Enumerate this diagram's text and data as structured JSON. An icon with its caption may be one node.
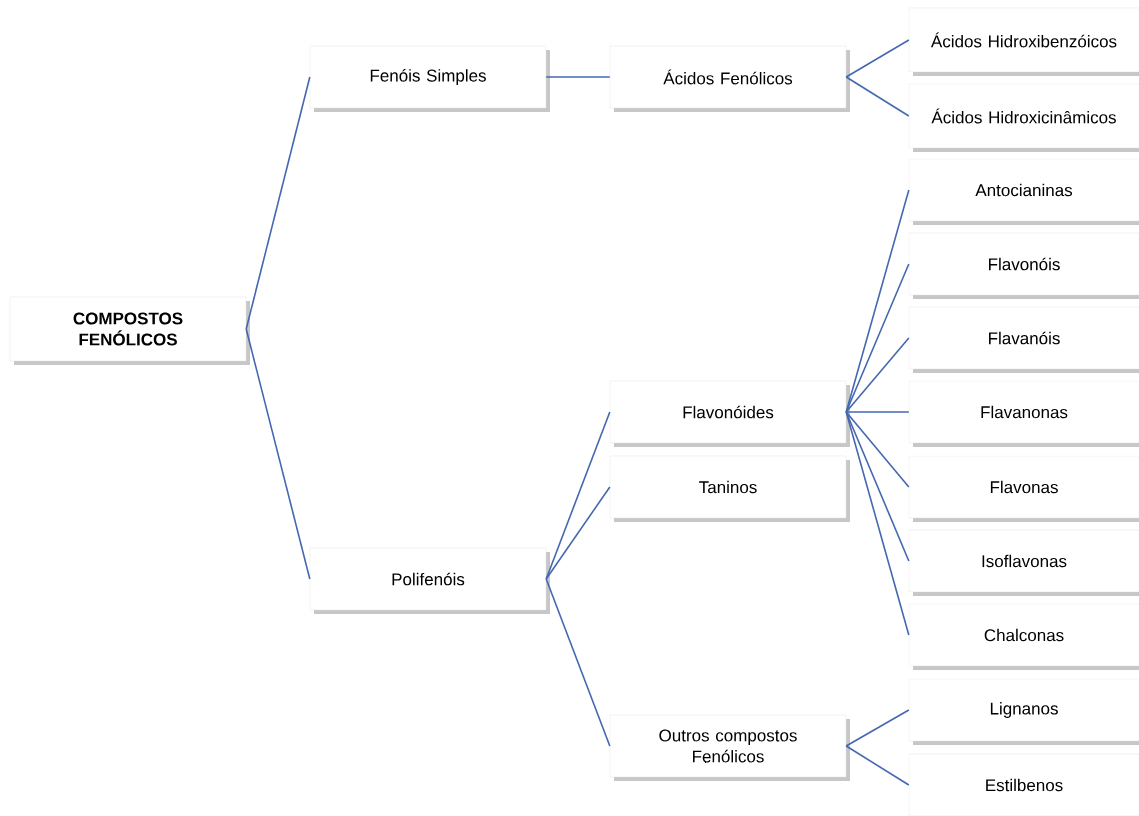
{
  "diagram": {
    "nodes": [
      {
        "text": [
          "COMPOSTOS FENÓLICOS"
        ]
      },
      {
        "text": [
          "Fenóis Simples"
        ]
      },
      {
        "text": [
          "Polifenóis"
        ]
      },
      {
        "text": [
          "Ácidos Fenólicos"
        ]
      },
      {
        "text": [
          "Flavonóides"
        ]
      },
      {
        "text": [
          "Taninos"
        ]
      },
      {
        "text": [
          "Outros compostos Fenólicos"
        ]
      },
      {
        "text": [
          "Ácidos Hidroxibenzóicos"
        ]
      },
      {
        "text": [
          "Ácidos Hidroxicinâmicos"
        ]
      },
      {
        "text": [
          "Antocianinas"
        ]
      },
      {
        "text": [
          "Flavonóis"
        ]
      },
      {
        "text": [
          "Flavanóis"
        ]
      },
      {
        "text": [
          "Flavanonas"
        ]
      },
      {
        "text": [
          "Flavonas"
        ]
      },
      {
        "text": [
          "Isoflavonas"
        ]
      },
      {
        "text": [
          "Chalconas"
        ]
      },
      {
        "text": [
          "Lignanos"
        ]
      },
      {
        "text": [
          "Estilbenos"
        ]
      }
    ],
    "edges": [
      {
        "from": 0,
        "to": 1,
        "arrow": "none"
      },
      {
        "from": 0,
        "to": 2,
        "arrow": "none"
      },
      {
        "from": 1,
        "to": 3,
        "arrow": "none"
      },
      {
        "from": 2,
        "to": 4,
        "arrow": "none"
      },
      {
        "from": 2,
        "to": 5,
        "arrow": "none"
      },
      {
        "from": 2,
        "to": 6,
        "arrow": "none"
      },
      {
        "from": 3,
        "to": 7,
        "arrow": "none"
      },
      {
        "from": 3,
        "to": 8,
        "arrow": "none"
      },
      {
        "from": 4,
        "to": 9,
        "arrow": "none"
      },
      {
        "from": 4,
        "to": 10,
        "arrow": "none"
      },
      {
        "from": 4,
        "to": 11,
        "arrow": "none"
      },
      {
        "from": 4,
        "to": 12,
        "arrow": "none"
      },
      {
        "from": 4,
        "to": 13,
        "arrow": "none"
      },
      {
        "from": 4,
        "to": 14,
        "arrow": "none"
      },
      {
        "from": 4,
        "to": 15,
        "arrow": "none"
      },
      {
        "from": 6,
        "to": 16,
        "arrow": "none"
      },
      {
        "from": 6,
        "to": 17,
        "arrow": "none"
      }
    ]
  }
}
